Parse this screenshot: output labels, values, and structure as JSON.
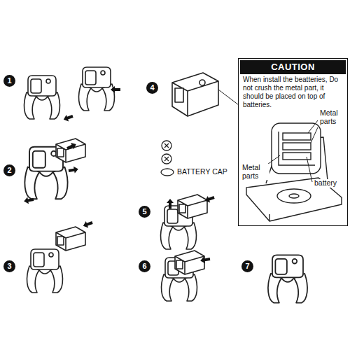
{
  "diagram": {
    "nodes": [
      {
        "text": [
          "1"
        ]
      },
      {
        "text": [
          "4"
        ]
      },
      {
        "text": [
          "CAUTION",
          "When install the beatteries, Do not crush the metal part, it should be placed on top of batteries."
        ]
      },
      {
        "text": [
          "2"
        ]
      },
      {
        "text": [
          "5"
        ]
      },
      {
        "text": [
          "3"
        ]
      },
      {
        "text": [
          "6"
        ]
      },
      {
        "text": [
          "7"
        ]
      }
    ],
    "labels": [
      "Metal parts",
      "Metal parts",
      "battery",
      "BATTERY CAP"
    ]
  }
}
